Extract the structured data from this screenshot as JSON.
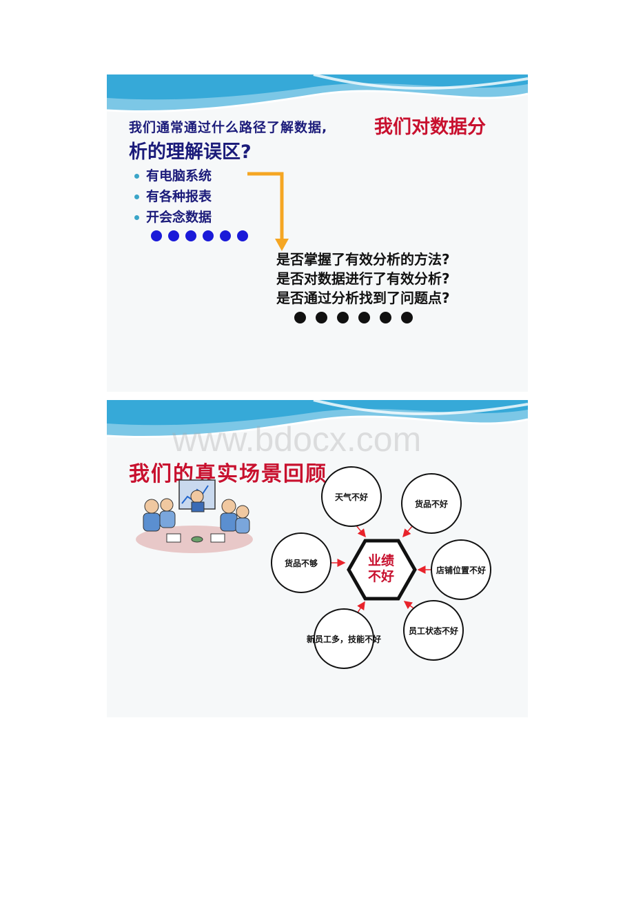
{
  "slide1": {
    "title_part1": "我们通常通过什么路径了解数据,",
    "title_part2": "我们对数据分",
    "title_part3": "析的理解误区?",
    "bullets": [
      "有电脑系统",
      "有各种报表",
      "开会念数据"
    ],
    "questions": [
      "是否掌握了有效分析的方法?",
      "是否对数据进行了有效分析?",
      "是否通过分析找到了问题点?"
    ],
    "colors": {
      "title_red": "#c8102e",
      "title_blue": "#1b1b7a",
      "arrow": "#f5a623",
      "dots_blue": "#1a1ad8"
    }
  },
  "slide2": {
    "watermark": "www.bdocx.com",
    "title": "我们的真实场景回顾",
    "center": [
      "业绩",
      "不好"
    ],
    "causes": {
      "top_left": "天气不好",
      "top_right": "货品不好",
      "left": "货品不够",
      "right": "店铺位置不好",
      "bottom_left": "新员工多，技能不好",
      "bottom_right": "员工状态不好"
    },
    "illustration": "business-meeting-clipart"
  }
}
